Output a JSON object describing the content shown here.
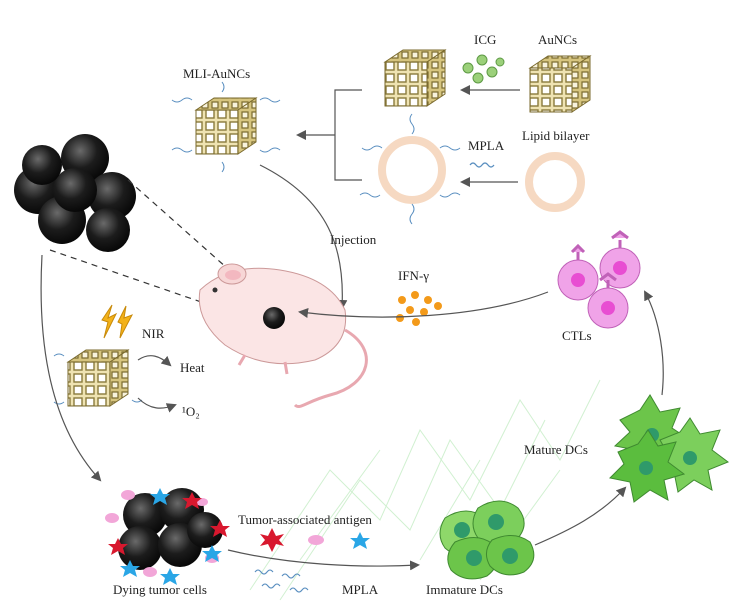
{
  "labels": {
    "mli_aunc": "MLI-AuNCs",
    "icg": "ICG",
    "aunc": "AuNCs",
    "mpla_top": "MPLA",
    "lipid_bilayer": "Lipid bilayer",
    "injection": "Injection",
    "ifn": "IFN-γ",
    "ctls": "CTLs",
    "nir": "NIR",
    "heat": "Heat",
    "singlet_o2": "¹O₂",
    "mature_dcs": "Mature DCs",
    "tumor_antigen": "Tumor-associated antigen",
    "dying_cells": "Dying tumor cells",
    "mpla_bottom": "MPLA",
    "immature_dcs": "Immature DCs"
  },
  "colors": {
    "cage": "#e2d49a",
    "cage_dark": "#8a7a3c",
    "lipid": "#f6d9c2",
    "icg": "#9bd07a",
    "tumor": "#1a1a1a",
    "ifn": "#f39a1a",
    "ctl": "#f0a3e8",
    "dc": "#6cc54a",
    "dc_nucleus": "#2f9a6a",
    "antigen_red": "#d8182e",
    "antigen_pink": "#f2a6d8",
    "antigen_blue": "#2aa6e6",
    "mpla": "#5a8fc0",
    "arrow": "#555555",
    "mouse": "#f7d6d6"
  },
  "icons": [
    "nanocage-icon",
    "lipid-vesicle-icon",
    "icg-molecule-icon",
    "mouse-icon",
    "tumor-cluster-icon",
    "lightning-icon",
    "ctl-cell-icon",
    "dendritic-cell-icon",
    "antigen-star-icon"
  ]
}
